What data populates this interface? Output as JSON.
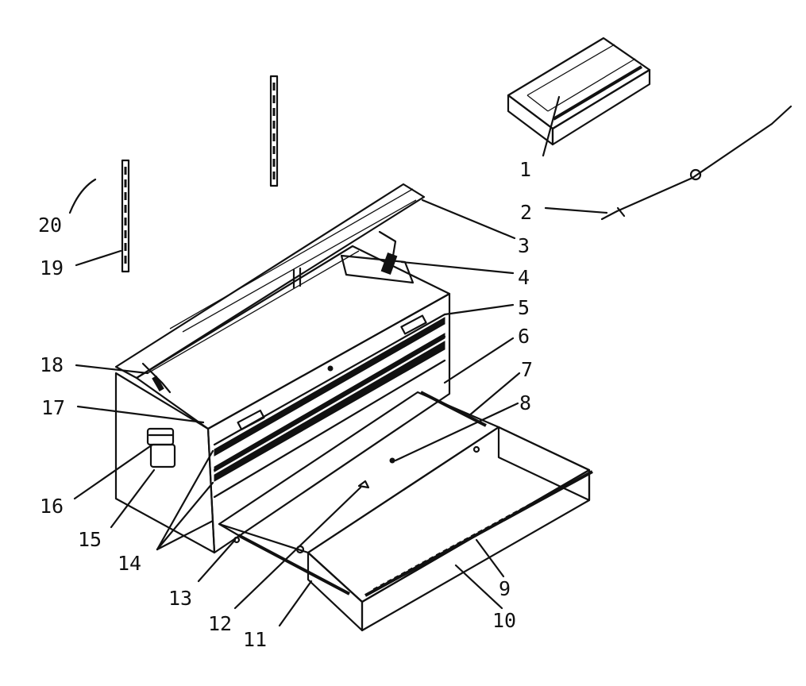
{
  "diagram": {
    "colors": {
      "ink": "#111111",
      "background": "#ffffff"
    },
    "callouts": [
      {
        "id": "c1",
        "label": "1"
      },
      {
        "id": "c2",
        "label": "2"
      },
      {
        "id": "c3",
        "label": "3"
      },
      {
        "id": "c4",
        "label": "4"
      },
      {
        "id": "c5",
        "label": "5"
      },
      {
        "id": "c6",
        "label": "6"
      },
      {
        "id": "c7",
        "label": "7"
      },
      {
        "id": "c8",
        "label": "8"
      },
      {
        "id": "c9",
        "label": "9"
      },
      {
        "id": "c10",
        "label": "10"
      },
      {
        "id": "c11",
        "label": "11"
      },
      {
        "id": "c12",
        "label": "12"
      },
      {
        "id": "c13",
        "label": "13"
      },
      {
        "id": "c14",
        "label": "14"
      },
      {
        "id": "c15",
        "label": "15"
      },
      {
        "id": "c16",
        "label": "16"
      },
      {
        "id": "c17",
        "label": "17"
      },
      {
        "id": "c18",
        "label": "18"
      },
      {
        "id": "c19",
        "label": "19"
      },
      {
        "id": "c20",
        "label": "20"
      }
    ]
  }
}
